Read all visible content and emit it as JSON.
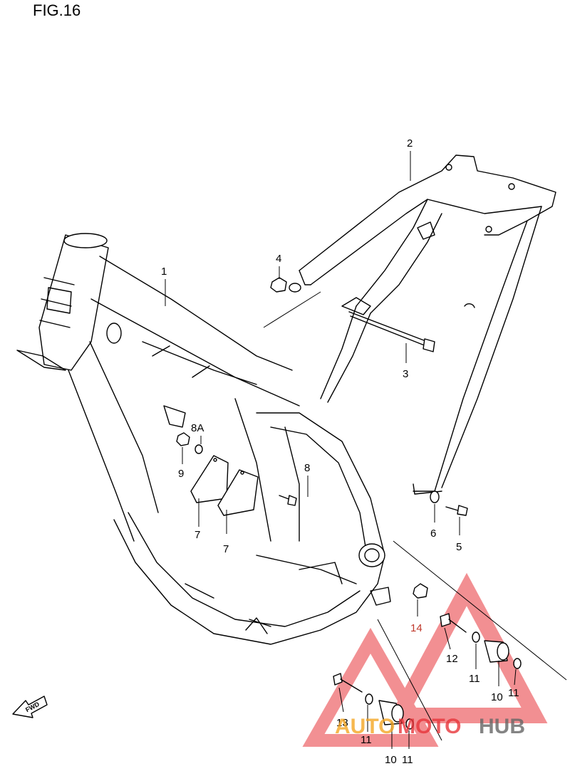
{
  "figure": {
    "title": "FIG.16"
  },
  "callouts": {
    "c1": "1",
    "c2": "2",
    "c3": "3",
    "c4": "4",
    "c5": "5",
    "c6": "6",
    "c7a": "7",
    "c7b": "7",
    "c8": "8",
    "c8a": "8A",
    "c9": "9",
    "c10a": "10",
    "c10b": "10",
    "c11a": "11",
    "c11b": "11",
    "c11c": "11",
    "c11d": "11",
    "c12": "12",
    "c13": "13",
    "c14": "14"
  },
  "fwd_badge": {
    "label": "FWD"
  },
  "watermark": {
    "part1": "AUTO",
    "part2": "MOTO",
    "part3": "HUB"
  },
  "colors": {
    "line": "#000000",
    "watermark_red": "#e8353a",
    "watermark_orange": "#f5a623",
    "watermark_gray": "#666666"
  }
}
